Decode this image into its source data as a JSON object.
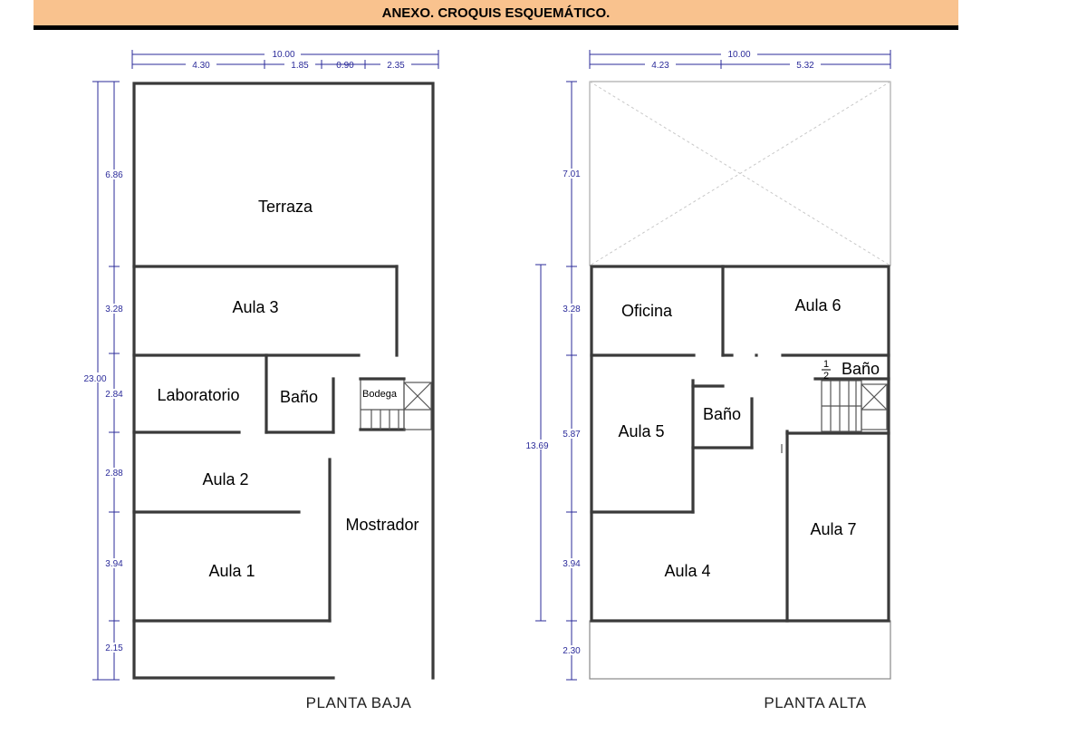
{
  "header": {
    "title": "ANEXO. CROQUIS ESQUEMÁTICO."
  },
  "planta_baja": {
    "label": "PLANTA BAJA",
    "dims_top": {
      "total": "10.00",
      "d1": "4.30",
      "d2": "1.85",
      "d3": "0.90",
      "d4": "2.35"
    },
    "dims_left": {
      "total": "23.00",
      "d1": "6.86",
      "d2": "3.28",
      "d3": "2.84",
      "d4": "2.88",
      "d5": "3.94",
      "d6": "2.15"
    },
    "rooms": {
      "terraza": "Terraza",
      "aula3": "Aula 3",
      "laboratorio": "Laboratorio",
      "bano": "Baño",
      "bodega": "Bodega",
      "aula2": "Aula 2",
      "mostrador": "Mostrador",
      "aula1": "Aula 1"
    }
  },
  "planta_alta": {
    "label": "PLANTA ALTA",
    "dims_top": {
      "total": "10.00",
      "d1": "4.23",
      "d2": "5.32"
    },
    "dims_left": {
      "total": "13.69",
      "d1": "7.01",
      "d2": "3.28",
      "d3": "5.87",
      "d4": "3.94",
      "d5": "2.30"
    },
    "rooms": {
      "oficina": "Oficina",
      "aula6": "Aula 6",
      "medio_bano_frac_num": "1",
      "medio_bano_frac_den": "2",
      "medio_bano": "Baño",
      "aula5": "Aula 5",
      "bano": "Baño",
      "aula7": "Aula 7",
      "aula4": "Aula 4"
    }
  }
}
